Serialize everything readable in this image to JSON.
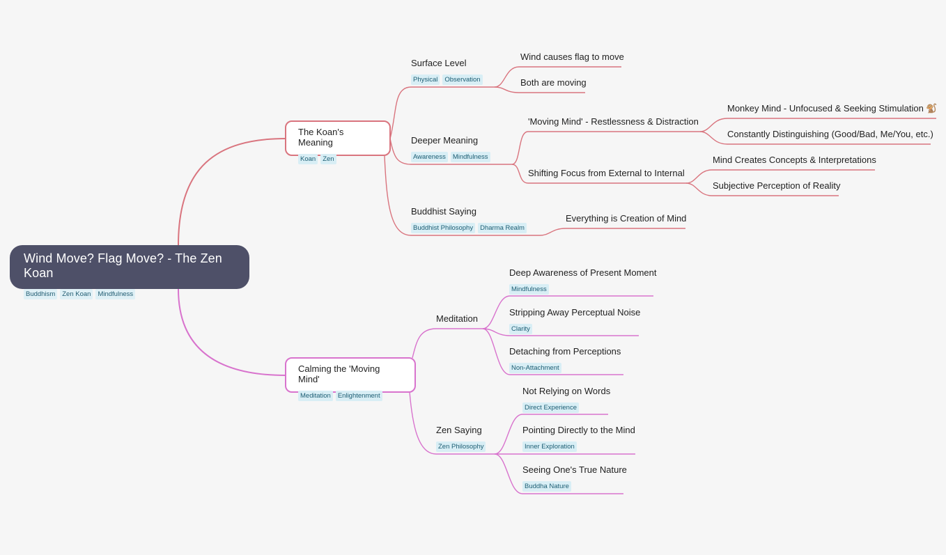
{
  "root": {
    "title": "Wind Move? Flag Move? - The Zen Koan",
    "tags": [
      "Buddhism",
      "Zen Koan",
      "Mindfulness"
    ]
  },
  "branch1": {
    "label": "The Koan's Meaning",
    "tags": [
      "Koan",
      "Zen"
    ],
    "surface": {
      "label": "Surface Level",
      "tags": [
        "Physical",
        "Observation"
      ],
      "items": [
        "Wind causes flag to move",
        "Both are moving"
      ]
    },
    "deeper": {
      "label": "Deeper Meaning",
      "tags": [
        "Awareness",
        "Mindfulness"
      ],
      "moving": {
        "label": "'Moving Mind' - Restlessness & Distraction",
        "items": [
          "Monkey Mind - Unfocused & Seeking Stimulation 🐒",
          "Constantly Distinguishing (Good/Bad, Me/You, etc.)"
        ]
      },
      "shifting": {
        "label": "Shifting Focus from External to Internal",
        "items": [
          "Mind Creates Concepts & Interpretations",
          "Subjective Perception of Reality"
        ]
      }
    },
    "buddhist": {
      "label": "Buddhist Saying",
      "tags": [
        "Buddhist Philosophy",
        "Dharma Realm"
      ],
      "items": [
        "Everything is Creation of Mind"
      ]
    }
  },
  "branch2": {
    "label": "Calming the 'Moving Mind'",
    "tags": [
      "Meditation",
      "Enlightenment"
    ],
    "meditation": {
      "label": "Meditation",
      "items": [
        {
          "label": "Deep Awareness of Present Moment",
          "tag": "Mindfulness"
        },
        {
          "label": "Stripping Away Perceptual Noise",
          "tag": "Clarity"
        },
        {
          "label": "Detaching from Perceptions",
          "tag": "Non-Attachment"
        }
      ]
    },
    "zen": {
      "label": "Zen Saying",
      "tags": [
        "Zen Philosophy"
      ],
      "items": [
        {
          "label": "Not Relying on Words",
          "tag": "Direct Experience"
        },
        {
          "label": "Pointing Directly to the Mind",
          "tag": "Inner Exploration"
        },
        {
          "label": "Seeing One's True Nature",
          "tag": "Buddha Nature"
        }
      ]
    }
  },
  "colors": {
    "root_bg": "#4e5068",
    "branch_red": "#d9747e",
    "branch_pink": "#d873cd",
    "tag_bg": "#d8eef5",
    "background": "#f6f6f6"
  }
}
